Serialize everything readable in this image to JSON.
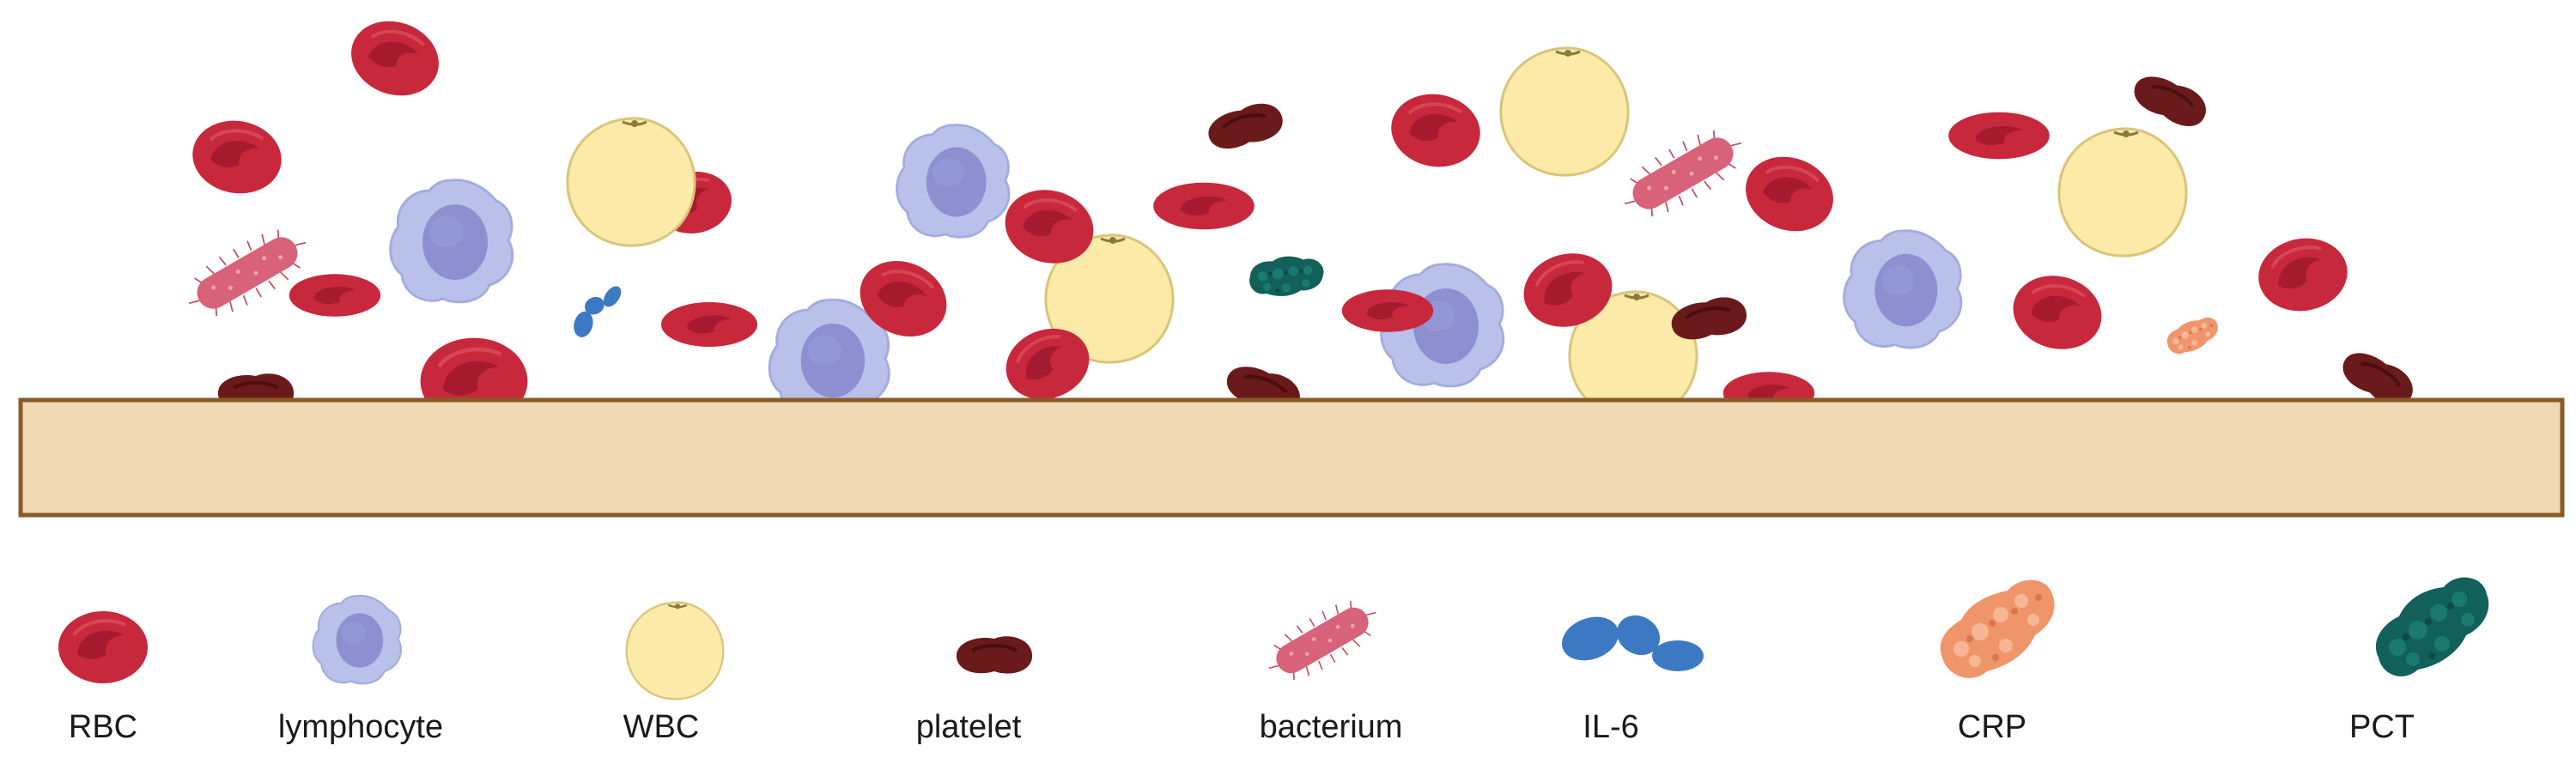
{
  "legend": {
    "rbc": "RBC",
    "lymphocyte": "lymphocyte",
    "wbc": "WBC",
    "platelet": "platelet",
    "bacterium": "bacterium",
    "il6": "IL-6",
    "crp": "CRP",
    "pct": "PCT"
  },
  "colors": {
    "rbc": "#c8283c",
    "lymphocyte_outer": "#b9c1ea",
    "lymphocyte_nucleus": "#8d8fd0",
    "wbc": "#fbeaa8",
    "platelet": "#6a1a1a",
    "bacterium": "#d8627a",
    "il6": "#3d78c3",
    "crp": "#f0956a",
    "pct": "#11605a",
    "surface": "#efd8b4",
    "surface_border": "#8a5a2a"
  },
  "icons": [
    "rbc-icon",
    "lymphocyte-icon",
    "wbc-icon",
    "platelet-icon",
    "bacterium-icon",
    "il6-icon",
    "crp-icon",
    "pct-icon"
  ]
}
